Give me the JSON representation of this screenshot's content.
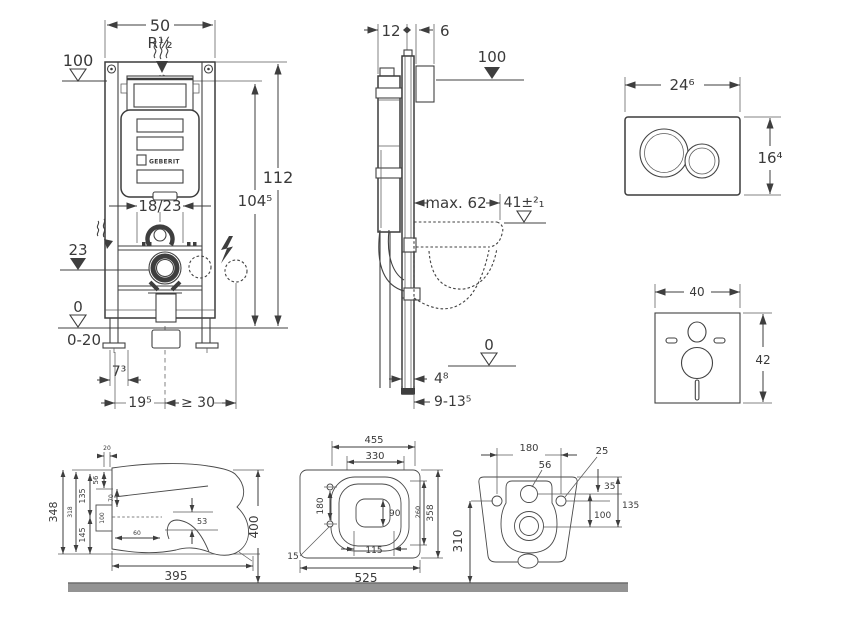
{
  "colors": {
    "line": "#424242",
    "floor_bar": "#939393",
    "background": "#ffffff"
  },
  "front": {
    "width": "50",
    "thread": "R½",
    "level_100": "100",
    "height_total": "112",
    "height_inner": "104⁵",
    "span": "18/23",
    "level_23": "23",
    "level_0": "0",
    "floor_range": "0-20",
    "off_7": "7³",
    "off_19": "19⁵",
    "min_30": "≥ 30",
    "logo": "GEBERIT"
  },
  "side": {
    "d12": "12",
    "d6": "6",
    "level_100": "100",
    "max62": "max. 62",
    "d41": "41±²₁",
    "level_0": "0",
    "d4": "4⁸",
    "d9": "9-13⁵"
  },
  "plate": {
    "w": "24⁶",
    "h": "16⁴"
  },
  "pad": {
    "w": "40",
    "h": "42"
  },
  "wcs": {
    "d20": "20",
    "d56": "56",
    "d348": "348",
    "d318": "318",
    "d135": "135",
    "d145": "145",
    "d70": "70",
    "d100": "100",
    "d60": "60",
    "d53": "53",
    "d395": "395",
    "d400": "400"
  },
  "wct": {
    "d455": "455",
    "d330": "330",
    "d180": "180",
    "d90": "90",
    "d260": "260",
    "d358": "358",
    "d115": "115",
    "d15": "15",
    "d525": "525"
  },
  "wcb": {
    "d180": "180",
    "d56": "56",
    "d25": "25",
    "d35": "35",
    "d100": "100",
    "d135": "135",
    "d310": "310"
  }
}
